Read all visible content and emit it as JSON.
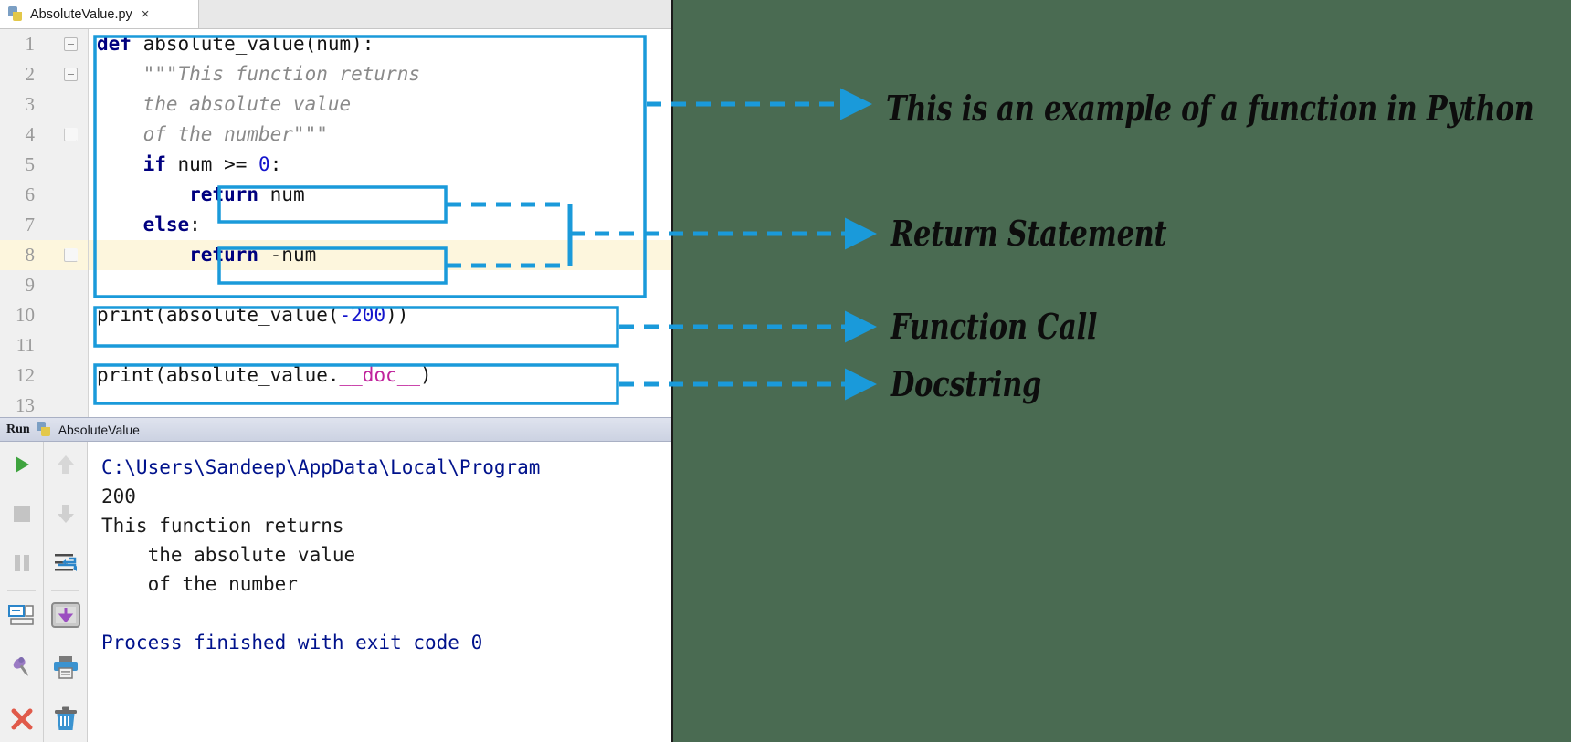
{
  "window": {
    "tab": {
      "filename": "AbsoluteValue.py",
      "close_label": "×",
      "icon": "python-file-icon"
    }
  },
  "editor": {
    "lines": [
      {
        "n": "1",
        "fold": "minus",
        "highlight": false,
        "tokens": [
          {
            "t": "def ",
            "c": "kw"
          },
          {
            "t": "absolute_value(num):",
            "c": "plain"
          }
        ]
      },
      {
        "n": "2",
        "fold": "minus",
        "highlight": false,
        "tokens": [
          {
            "t": "    \"\"\"This function returns",
            "c": "doc"
          }
        ]
      },
      {
        "n": "3",
        "fold": "",
        "highlight": false,
        "tokens": [
          {
            "t": "    the absolute value",
            "c": "doc"
          }
        ]
      },
      {
        "n": "4",
        "fold": "corner",
        "highlight": false,
        "tokens": [
          {
            "t": "    of the number\"\"\"",
            "c": "doc"
          }
        ]
      },
      {
        "n": "5",
        "fold": "",
        "highlight": false,
        "tokens": [
          {
            "t": "    ",
            "c": "plain"
          },
          {
            "t": "if",
            "c": "kw"
          },
          {
            "t": " num >= ",
            "c": "plain"
          },
          {
            "t": "0",
            "c": "num"
          },
          {
            "t": ":",
            "c": "plain"
          }
        ]
      },
      {
        "n": "6",
        "fold": "",
        "highlight": false,
        "tokens": [
          {
            "t": "        ",
            "c": "plain"
          },
          {
            "t": "return",
            "c": "kw"
          },
          {
            "t": " num",
            "c": "plain"
          }
        ]
      },
      {
        "n": "7",
        "fold": "",
        "highlight": false,
        "tokens": [
          {
            "t": "    ",
            "c": "plain"
          },
          {
            "t": "else",
            "c": "kw"
          },
          {
            "t": ":",
            "c": "plain"
          }
        ]
      },
      {
        "n": "8",
        "fold": "corner",
        "highlight": true,
        "tokens": [
          {
            "t": "        ",
            "c": "plain"
          },
          {
            "t": "return",
            "c": "kw"
          },
          {
            "t": " -num",
            "c": "plain"
          }
        ]
      },
      {
        "n": "9",
        "fold": "",
        "highlight": false,
        "tokens": []
      },
      {
        "n": "10",
        "fold": "",
        "highlight": false,
        "tokens": [
          {
            "t": "print(absolute_value(",
            "c": "plain"
          },
          {
            "t": "-200",
            "c": "num"
          },
          {
            "t": "))",
            "c": "plain"
          }
        ]
      },
      {
        "n": "11",
        "fold": "",
        "highlight": false,
        "tokens": []
      },
      {
        "n": "12",
        "fold": "",
        "highlight": false,
        "tokens": [
          {
            "t": "print(absolute_value.",
            "c": "plain"
          },
          {
            "t": "__doc__",
            "c": "dunder"
          },
          {
            "t": ")",
            "c": "plain"
          }
        ]
      },
      {
        "n": "13",
        "fold": "",
        "highlight": false,
        "tokens": []
      }
    ]
  },
  "run_panel": {
    "header": {
      "run_label": "Run",
      "config_name": "AbsoluteValue",
      "icon": "python-config-icon"
    },
    "toolbar_left": [
      {
        "name": "rerun-button",
        "icon": "play-icon",
        "enabled": true
      },
      {
        "name": "stop-button",
        "icon": "stop-square-icon",
        "enabled": false
      },
      {
        "name": "pause-button",
        "icon": "pause-icon",
        "enabled": false
      },
      {
        "name": "console-view-button",
        "icon": "console-icon",
        "enabled": true
      },
      {
        "name": "pin-tab-button",
        "icon": "pin-icon",
        "enabled": true
      },
      {
        "name": "close-button",
        "icon": "close-x-icon",
        "enabled": true
      }
    ],
    "toolbar_right": [
      {
        "name": "scroll-up-button",
        "icon": "arrow-up-icon",
        "enabled": false
      },
      {
        "name": "scroll-down-button",
        "icon": "arrow-down-icon",
        "enabled": false
      },
      {
        "name": "soft-wrap-button",
        "icon": "soft-wrap-icon",
        "enabled": true
      },
      {
        "name": "scroll-to-end-button",
        "icon": "scroll-end-icon",
        "enabled": true,
        "active": true
      },
      {
        "name": "print-button",
        "icon": "printer-icon",
        "enabled": true
      },
      {
        "name": "clear-all-button",
        "icon": "trash-icon",
        "enabled": true
      }
    ],
    "console_output": [
      {
        "text": "C:\\Users\\Sandeep\\AppData\\Local\\Program",
        "style": "info"
      },
      {
        "text": "200",
        "style": "std"
      },
      {
        "text": "This function returns",
        "style": "std"
      },
      {
        "text": "    the absolute value",
        "style": "std"
      },
      {
        "text": "    of the number",
        "style": "std"
      },
      {
        "text": "",
        "style": "std"
      },
      {
        "text": "Process finished with exit code 0",
        "style": "info"
      }
    ]
  },
  "annotations": [
    {
      "label": "This is an example of a function in Python"
    },
    {
      "label": "Return Statement"
    },
    {
      "label": "Function Call"
    },
    {
      "label": "Docstring"
    }
  ],
  "colors": {
    "background": "#4a6b52",
    "accent_blue": "#1a9ada",
    "keyword": "#00007f",
    "number": "#1414cc",
    "docstring": "#8a8a8a",
    "dunder": "#c0249c",
    "console_info": "#00128c",
    "line_highlight": "#fdf6dd"
  }
}
